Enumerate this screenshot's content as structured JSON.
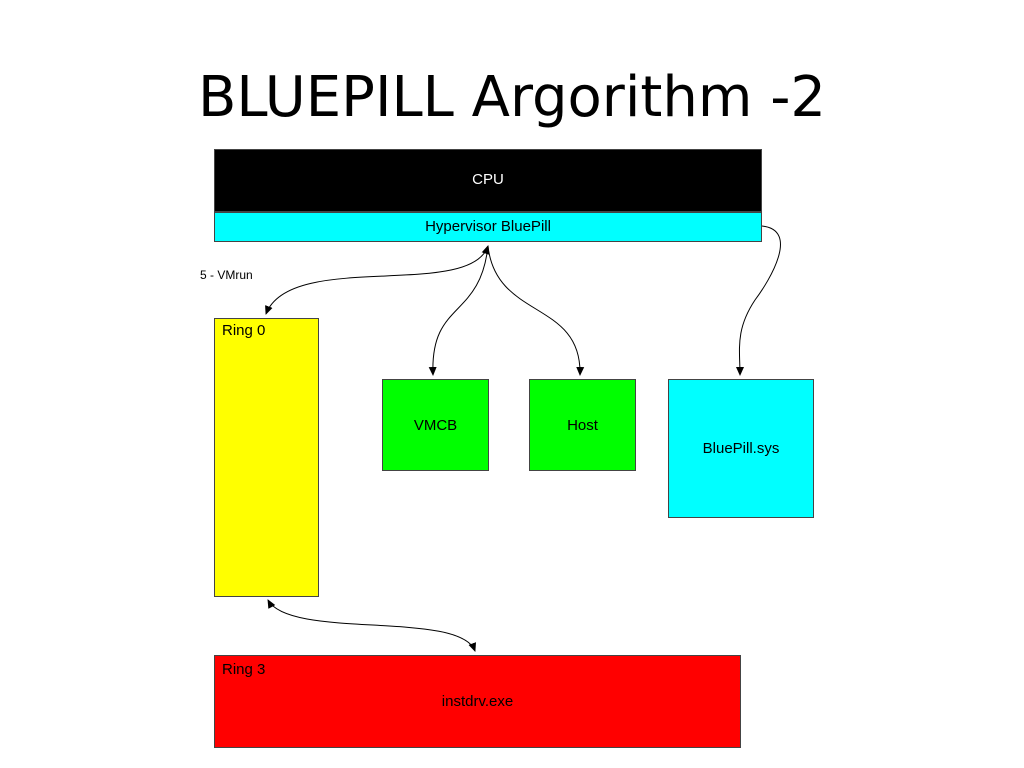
{
  "slide": {
    "title": "BLUEPILL Argorithm -2"
  },
  "diagram": {
    "nodes": {
      "cpu": {
        "label": "CPU",
        "color": "#000000",
        "text_color": "#ffffff"
      },
      "hypervisor": {
        "label": "Hypervisor BluePill",
        "color": "#00ffff"
      },
      "ring0": {
        "label": "Ring 0",
        "color": "#ffff00"
      },
      "vmcb": {
        "label": "VMCB",
        "color": "#00ff00"
      },
      "host": {
        "label": "Host",
        "color": "#00ff00"
      },
      "bluepill_sys": {
        "label": "BluePill.sys",
        "color": "#00ffff"
      },
      "ring3": {
        "label": "Ring 3",
        "sublabel": "instdrv.exe",
        "color": "#ff0000"
      }
    },
    "edges": [
      {
        "from": "hypervisor",
        "to": "ring0",
        "label": "5 - VMrun",
        "direction": "both"
      },
      {
        "from": "hypervisor",
        "to": "vmcb",
        "label": "",
        "direction": "both"
      },
      {
        "from": "hypervisor",
        "to": "host",
        "label": "",
        "direction": "both"
      },
      {
        "from": "hypervisor",
        "to": "bluepill_sys",
        "label": "",
        "direction": "forward"
      },
      {
        "from": "ring0",
        "to": "ring3",
        "label": "",
        "direction": "both"
      }
    ]
  }
}
